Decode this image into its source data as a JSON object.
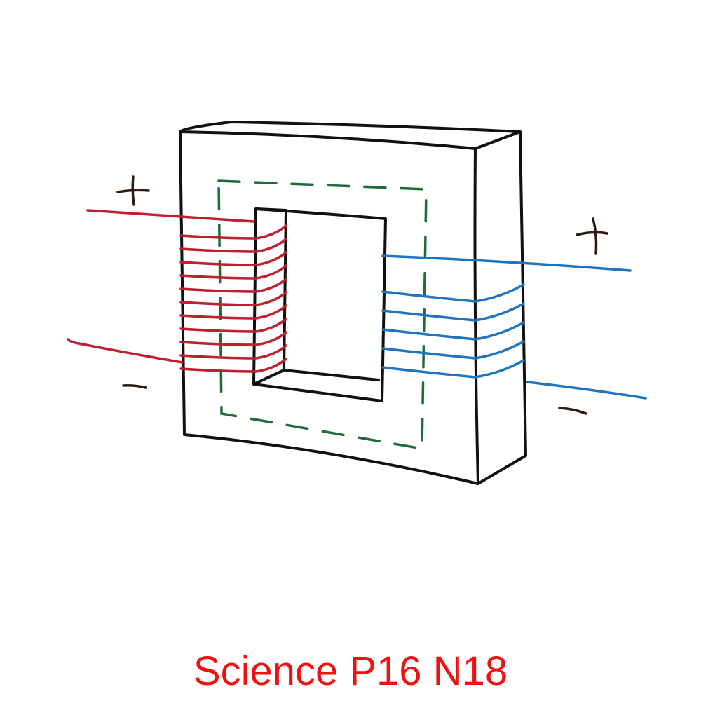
{
  "caption": "Science P16 N18",
  "colors": {
    "core_outline": "#111111",
    "flux_path": "#1f6b3a",
    "primary_coil": "#be2030",
    "secondary_coil": "#1f74c0",
    "polarity_signs": "#2e1a0e",
    "caption_text": "#ee1111",
    "background": "#ffffff"
  },
  "primary_coil": {
    "turns": 11,
    "side": "left"
  },
  "secondary_coil": {
    "turns": 5,
    "side": "right"
  },
  "polarity": {
    "primary_top": "+",
    "primary_bottom": "−",
    "secondary_top": "+",
    "secondary_bottom": "−"
  }
}
